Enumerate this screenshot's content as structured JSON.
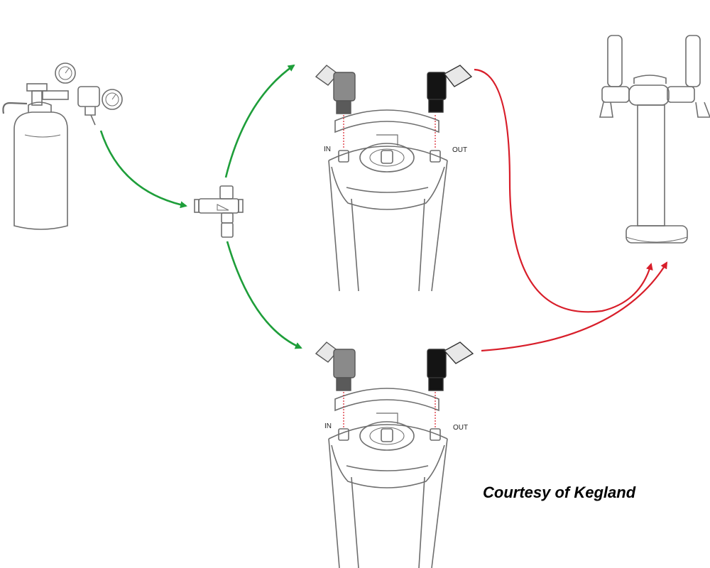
{
  "keg_top": {
    "in_label": "IN",
    "out_label": "OUT"
  },
  "keg_bottom": {
    "in_label": "IN",
    "out_label": "OUT"
  },
  "credit": "Courtesy of Kegland",
  "colors": {
    "gas_line": "#1e9e3a",
    "beer_line": "#d81e2a",
    "outline": "#6e6e6e",
    "fitting_dark": "#141414",
    "fitting_grey": "#707070"
  },
  "icons": {
    "co2_tank": "co2-cylinder-with-regulator-icon",
    "tee": "tee-splitter-icon",
    "keg": "corny-keg-icon",
    "tower": "dual-tap-tower-icon"
  }
}
